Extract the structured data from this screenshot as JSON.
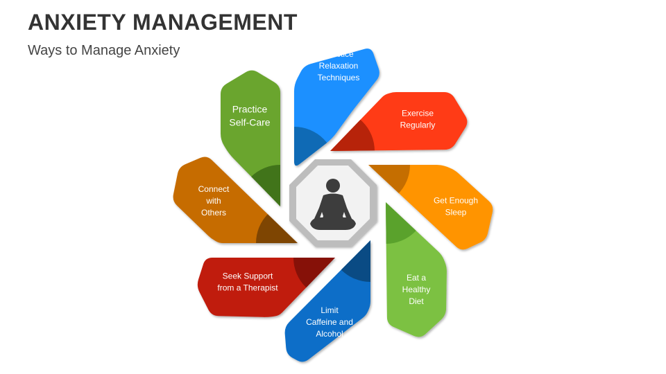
{
  "title": "ANXIETY MANAGEMENT",
  "subtitle": "Ways to Manage Anxiety",
  "center_icon": "meditation-person-icon",
  "petals": [
    {
      "key": "relaxation",
      "lines": [
        "Practice",
        "Relaxation",
        "Techniques"
      ],
      "color": "#1e90ff",
      "shade": "#0f6ab5"
    },
    {
      "key": "exercise",
      "lines": [
        "Exercise",
        "Regularly"
      ],
      "color": "#ff3a12",
      "shade": "#b7230a"
    },
    {
      "key": "sleep",
      "lines": [
        "Get Enough",
        "Sleep"
      ],
      "color": "#ff9400",
      "shade": "#c56e00"
    },
    {
      "key": "diet",
      "lines": [
        "Eat a",
        "Healthy",
        "Diet"
      ],
      "color": "#7cc142",
      "shade": "#5aa22c"
    },
    {
      "key": "caffeine",
      "lines": [
        "Limit",
        "Caffeine and",
        "Alcohol"
      ],
      "color": "#0a6ec8",
      "shade": "#0a4b84"
    },
    {
      "key": "therapist",
      "lines": [
        "Seek Support",
        "from a Therapist"
      ],
      "color": "#c01e10",
      "shade": "#861108"
    },
    {
      "key": "connect",
      "lines": [
        "Connect",
        "with",
        "Others"
      ],
      "color": "#c66c05",
      "shade": "#7e4502"
    },
    {
      "key": "selfcare",
      "lines": [
        "Practice",
        "Self-Care"
      ],
      "color": "#6aa52e",
      "shade": "#41741a"
    }
  ]
}
